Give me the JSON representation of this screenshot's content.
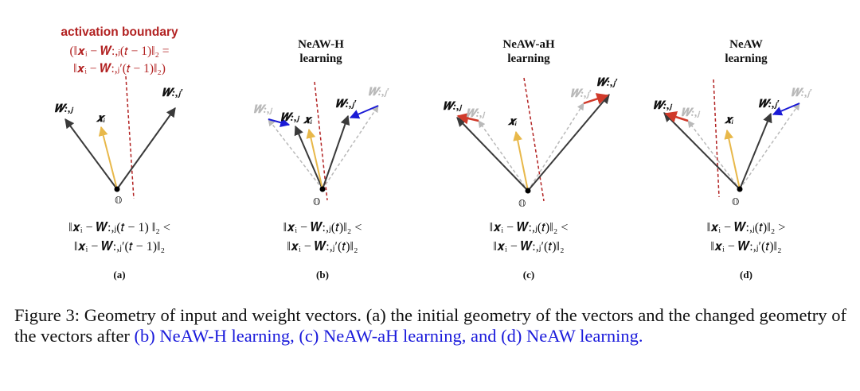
{
  "colors": {
    "weight": "#3a3a3a",
    "weight_old": "#b9b9b9",
    "input": "#e8b84a",
    "boundary": "#b22222",
    "blue_update": "#1a1ad6",
    "red_update": "#d03a2a",
    "link": "#1a1adb"
  },
  "panels": {
    "a": {
      "title1": "activation boundary",
      "title2": "(‖𝒙ᵢ − 𝑾:,ⱼ(𝑡 − 1)‖₂ =",
      "title3": "‖𝒙ᵢ − 𝑾:,ⱼ′(𝑡 − 1)‖₂)",
      "lbl_wj": "𝑾:,ⱼ",
      "lbl_wjp": "𝑾:,ⱼ′",
      "lbl_xi": "𝒙ᵢ",
      "lbl_origin": "𝕆",
      "ineq1": "‖𝒙ᵢ − 𝑾:,ⱼ(𝑡 − 1) ‖₂ <",
      "ineq2": "‖𝒙ᵢ − 𝑾:,ⱼ′(𝑡 − 1)‖₂",
      "letter": "(a)"
    },
    "b": {
      "title1": "NeAW-H",
      "title2": "learning",
      "lbl_wj_old": "𝑾:,ⱼ",
      "lbl_wj": "𝑾:,ⱼ",
      "lbl_xi": "𝒙ᵢ",
      "lbl_wjp": "𝑾:,ⱼ′",
      "lbl_wjp_old": "𝑾:,ⱼ′",
      "lbl_origin": "𝕆",
      "ineq1": "‖𝒙ᵢ − 𝑾:,ⱼ(𝑡)‖₂ <",
      "ineq2": "‖𝒙ᵢ − 𝑾:,ⱼ′(𝑡)‖₂",
      "letter": "(b)"
    },
    "c": {
      "title1": "NeAW-aH",
      "title2": "learning",
      "lbl_wj": "𝑾:,ⱼ",
      "lbl_wj_old": "𝑾:,ⱼ",
      "lbl_xi": "𝒙ᵢ",
      "lbl_wjp_old": "𝑾:,ⱼ′",
      "lbl_wjp": "𝑾:,ⱼ′",
      "lbl_origin": "𝕆",
      "ineq1": "‖𝒙ᵢ − 𝑾:,ⱼ(𝑡)‖₂ <",
      "ineq2": "‖𝒙ᵢ − 𝑾:,ⱼ′(𝑡)‖₂",
      "letter": "(c)"
    },
    "d": {
      "title1": "NeAW",
      "title2": "learning",
      "lbl_wj": "𝑾:,ⱼ",
      "lbl_wj_old": "𝑾:,ⱼ",
      "lbl_xi": "𝒙ᵢ",
      "lbl_wjp": "𝑾:,ⱼ′",
      "lbl_wjp_old": "𝑾:,ⱼ′",
      "lbl_origin": "𝕆",
      "ineq1": "‖𝒙ᵢ − 𝑾:,ⱼ(𝑡)‖₂ >",
      "ineq2": "‖𝒙ᵢ − 𝑾:,ⱼ′(𝑡)‖₂",
      "letter": "(d)"
    }
  },
  "caption": {
    "prefix": "Figure 3: Geometry of input and weight vectors. (a) the initial geometry of the vectors and the changed geometry of the vectors after ",
    "link": "(b) NeAW-H learning, (c) NeAW-aH learning, and (d) NeAW learning."
  }
}
